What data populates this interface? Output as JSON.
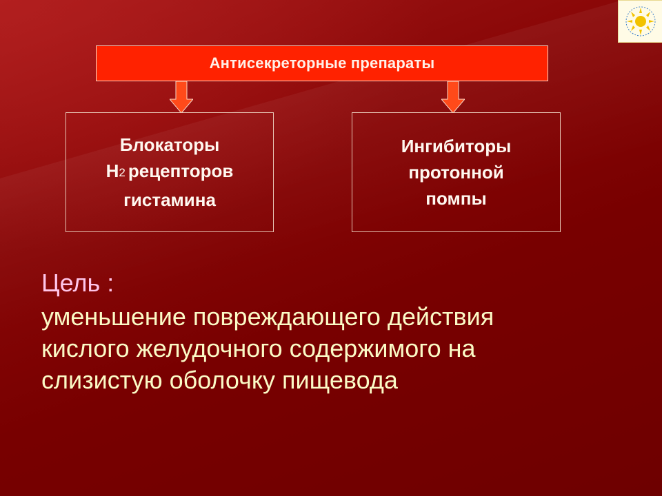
{
  "diagram": {
    "top_box": {
      "label": "Антисекреторные препараты"
    },
    "left_box": {
      "line1": "Блокаторы",
      "line2_prefix": "H",
      "line2_subscript": "2",
      "line2_rest": "рецепторов",
      "line3": "гистамина"
    },
    "right_box": {
      "line1": "Ингибиторы",
      "line2": "протонной",
      "line3": "помпы"
    }
  },
  "goal": {
    "heading": "Цель :",
    "lines": [
      "уменьшение повреждающего действия",
      "кислого желудочного содержимого на",
      "слизистую оболочку пищевода"
    ]
  },
  "colors": {
    "background": "#7a0000",
    "top_box_fill": "#ff2200",
    "arrow_fill": "#ff4a1a",
    "heading_text": "#ffc6ea",
    "body_text": "#fbfac6"
  },
  "icons": {
    "logo": "sun-logo-icon"
  }
}
